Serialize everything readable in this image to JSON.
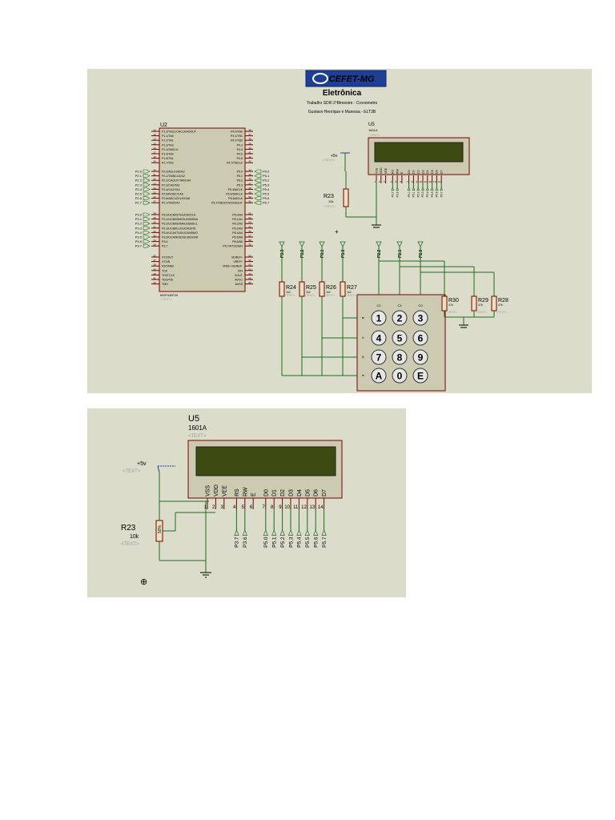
{
  "header": {
    "logo_text": "CEFET-MG",
    "course": "Eletrônica",
    "subtitle": "Trabalho SDIII 2ºBimestre - Cronometro",
    "authors": "Gustavo Henrique e Maressa - ELT3B"
  },
  "mcu": {
    "ref": "U2",
    "part": "MSP430F20",
    "text_placeholder": "<TEXT>",
    "left_pins_p1": [
      "P1.0/TACLK/ACLK/A0OUT",
      "P1.1/TA0",
      "P1.2/TA1",
      "P1.3/TA2",
      "P1.4/SMCLK",
      "P1.5/TA0",
      "P1.6/TA1",
      "P1.7/TA2"
    ],
    "left_pins_p2": [
      "P2.0/ACLK/A0/A2",
      "P2.1/TAINCLK/A2",
      "P2.2/CAOUT/TA0/CA4",
      "P2.3/CA0/TA1",
      "P2.4/CA1/TA2",
      "P2.5/ROSC/CA5",
      "P2.6/ADC12CLK/CA6",
      "P2.7/TA0/CA7"
    ],
    "left_pins_p3": [
      "P3.0/UCB0STE/UCA0CLK",
      "P3.1/UCB0SIMO/UCB0SDA",
      "P3.2/UCB0SOMI/UCB0SCL",
      "P3.3/UCB0CLK/UCA0STE",
      "P3.4/UCA0TXD/UCA0SIMO",
      "P3.5/UCA0RXD/UCA0SOMI",
      "P3.6",
      "P3.7"
    ],
    "left_pins_misc": [
      "XT2OUT",
      "XT2IN",
      "RST/NMI",
      "TCK",
      "TDI/TCLK",
      "TDO/TDI",
      "TMS"
    ],
    "right_pins_p4": [
      "P4.0/TB0",
      "P4.1/TB1",
      "P4.2/TB2",
      "P4.3",
      "P4.4",
      "P4.5",
      "P4.6",
      "P4.7/TBCLK"
    ],
    "right_pins_p5": [
      "P5.0",
      "P5.1",
      "P5.2",
      "P5.3",
      "P5.4/MCLK",
      "P5.5/SMCLK",
      "P5.6/ACLK",
      "P5.7/TBOUTH/SVSOUT"
    ],
    "right_pins_p6": [
      "P6.0/A0",
      "P6.1/A1",
      "P6.2/A2",
      "P6.3/A3",
      "P6.4/A4",
      "P6.5/A5",
      "P6.6/A6",
      "P6.7/A7/SVSIN"
    ],
    "right_pins_misc": [
      "VEREF+",
      "VREF+",
      "VREF-/VEREF-",
      "XIN",
      "XOUT",
      "AVCC",
      "AVSS"
    ],
    "net_p2": [
      "P2.0",
      "P2.1",
      "P2.2",
      "P2.3",
      "P2.4",
      "P2.5",
      "P2.6",
      "P2.7"
    ],
    "net_p3": [
      "P3.0",
      "P3.1",
      "P3.2",
      "P3.3",
      "P3.4",
      "P3.5",
      "P3.6",
      "P3.7"
    ],
    "net_p5": [
      "P5.0",
      "P5.1",
      "P5.2",
      "P5.3",
      "P5.4",
      "P5.5",
      "P5.6",
      "P5.7"
    ]
  },
  "lcd": {
    "ref": "U5",
    "part": "1601A",
    "text_placeholder": "<TEXT>",
    "pin_names": [
      "VSS",
      "VDD",
      "VEE",
      "RS",
      "RW",
      "E",
      "D0",
      "D1",
      "D2",
      "D3",
      "D4",
      "D5",
      "D6",
      "D7"
    ],
    "pin_numbers": [
      "1",
      "2",
      "3",
      "4",
      "5",
      "6",
      "7",
      "8",
      "9",
      "10",
      "11",
      "12",
      "13",
      "14"
    ],
    "net_labels": [
      "P3.7",
      "P3.6",
      "P5.0",
      "P5.1",
      "P5.2",
      "P5.3",
      "P5.4",
      "P5.5",
      "P5.6",
      "P5.7"
    ]
  },
  "power": {
    "label": "+5v",
    "text_placeholder": "<TEXT>"
  },
  "pot": {
    "ref": "R23",
    "value": "10k",
    "text_placeholder": "<TEXT>"
  },
  "keypad": {
    "column_labels": [
      "C2",
      "C1",
      "C0"
    ],
    "row_labels": [
      "B",
      "C",
      "D",
      "E"
    ],
    "keys": [
      "1",
      "2",
      "3",
      "4",
      "5",
      "6",
      "7",
      "8",
      "9",
      "A",
      "0",
      "E"
    ],
    "key_colors": {
      "A": "#d21e1e",
      "E": "#1e8c1e",
      "default": "#111111"
    },
    "row_nets": [
      "P3.3",
      "P3.2",
      "P3.1",
      "P3.0"
    ],
    "col_nets": [
      "P2.2",
      "P2.1",
      "P2.0"
    ],
    "row_resistors": [
      {
        "ref": "R24",
        "value": "1k2"
      },
      {
        "ref": "R25",
        "value": "1k2"
      },
      {
        "ref": "R26",
        "value": "1k2"
      },
      {
        "ref": "R27",
        "value": "1k2"
      }
    ],
    "col_resistors": [
      {
        "ref": "R30",
        "value": "47k"
      },
      {
        "ref": "R29",
        "value": "47k"
      },
      {
        "ref": "R28",
        "value": "47k"
      }
    ],
    "text_placeholder": "<TEXT>"
  },
  "colors": {
    "background": "#dcdcca",
    "wire": "#1e6b1e",
    "pin": "#7a0000",
    "lcd_screen": "#3d4a12",
    "chip": "#cccab0"
  }
}
